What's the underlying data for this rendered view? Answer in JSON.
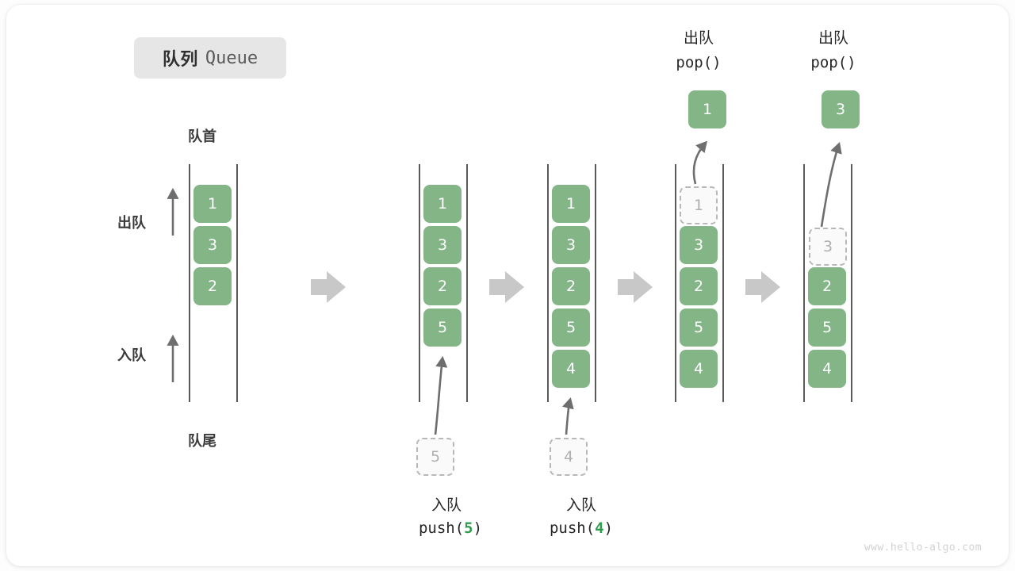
{
  "title": {
    "cn": "队列",
    "en": "Queue"
  },
  "labels": {
    "head": "队首",
    "tail": "队尾",
    "dequeue": "出队",
    "enqueue": "入队"
  },
  "colors": {
    "box_green": "#83b587",
    "ghost_border": "#b8b8b8",
    "ghost_text": "#b0b0b0",
    "rail": "#5a5a5a",
    "arrow_gray": "#c8c8c8",
    "curve_arrow": "#6e6e6e",
    "badge_bg": "#e6e6e6",
    "accent_green_text": "#2e9b4e",
    "watermark": "#d2d2d2"
  },
  "steps": [
    {
      "id": "initial",
      "items": [
        "1",
        "3",
        "2"
      ],
      "ghost": null
    },
    {
      "id": "after-push-5",
      "items": [
        "1",
        "3",
        "2",
        "5"
      ],
      "ghost": null,
      "incoming": {
        "value": "5",
        "op_cn": "入队",
        "op_code_prefix": "push(",
        "op_code_num": "5",
        "op_code_suffix": ")"
      }
    },
    {
      "id": "after-push-4",
      "items": [
        "1",
        "3",
        "2",
        "5",
        "4"
      ],
      "ghost": null,
      "incoming": {
        "value": "4",
        "op_cn": "入队",
        "op_code_prefix": "push(",
        "op_code_num": "4",
        "op_code_suffix": ")"
      }
    },
    {
      "id": "after-pop-1",
      "items": [
        "3",
        "2",
        "5",
        "4"
      ],
      "ghost": {
        "value": "1",
        "slot": 0
      },
      "outgoing": {
        "value": "1",
        "op_cn": "出队",
        "op_code": "pop()"
      }
    },
    {
      "id": "after-pop-3",
      "items": [
        "2",
        "5",
        "4"
      ],
      "ghost": {
        "value": "3",
        "slot": 1
      },
      "outgoing": {
        "value": "3",
        "op_cn": "出队",
        "op_code": "pop()"
      }
    }
  ],
  "watermark": "www.hello-algo.com"
}
